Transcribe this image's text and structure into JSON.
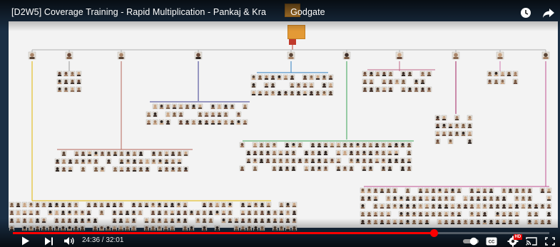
{
  "player": {
    "title": "[D2W5] Coverage Training - Rapid Multiplication - Pankaj & Kra",
    "title_suffix": "Godgate",
    "current_time": "24:36",
    "time_separator": " / ",
    "duration": "32:01",
    "progress_fraction": 0.785,
    "hd_badge": "HD",
    "icons": {
      "watch_later": "clock-icon",
      "share": "share-arrow-icon",
      "play": "play-icon",
      "next": "skip-next-icon",
      "volume": "volume-icon",
      "autoplay": "autoplay-toggle-icon",
      "subtitles": "cc-icon",
      "settings": "gear-icon",
      "cast": "cast-icon",
      "fullscreen": "fullscreen-icon"
    }
  },
  "colors": {
    "accent": "#ff0000",
    "redaction": "#e39a36",
    "chart_background": "#f3f3f3",
    "frame": "#1a2f45"
  }
}
